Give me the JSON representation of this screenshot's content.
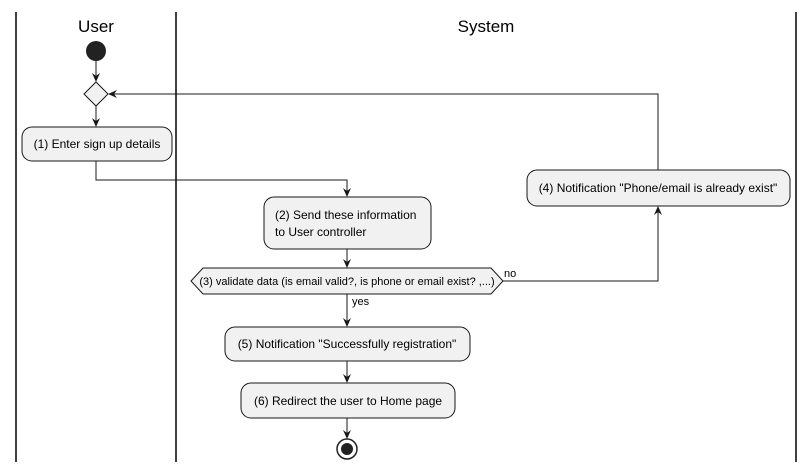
{
  "lanes": {
    "user": "User",
    "system": "System"
  },
  "nodes": {
    "step1": "(1) Enter sign up details",
    "step2_line1": "(2) Send these information",
    "step2_line2": "to User controller",
    "step3": "(3) validate data (is email valid?, is phone or email exist? ,...)",
    "step4": "(4) Notification \"Phone/email is already exist\"",
    "step5": "(5) Notification \"Successfully registration\"",
    "step6": "(6) Redirect the user to Home page"
  },
  "branches": {
    "no": "no",
    "yes": "yes"
  }
}
